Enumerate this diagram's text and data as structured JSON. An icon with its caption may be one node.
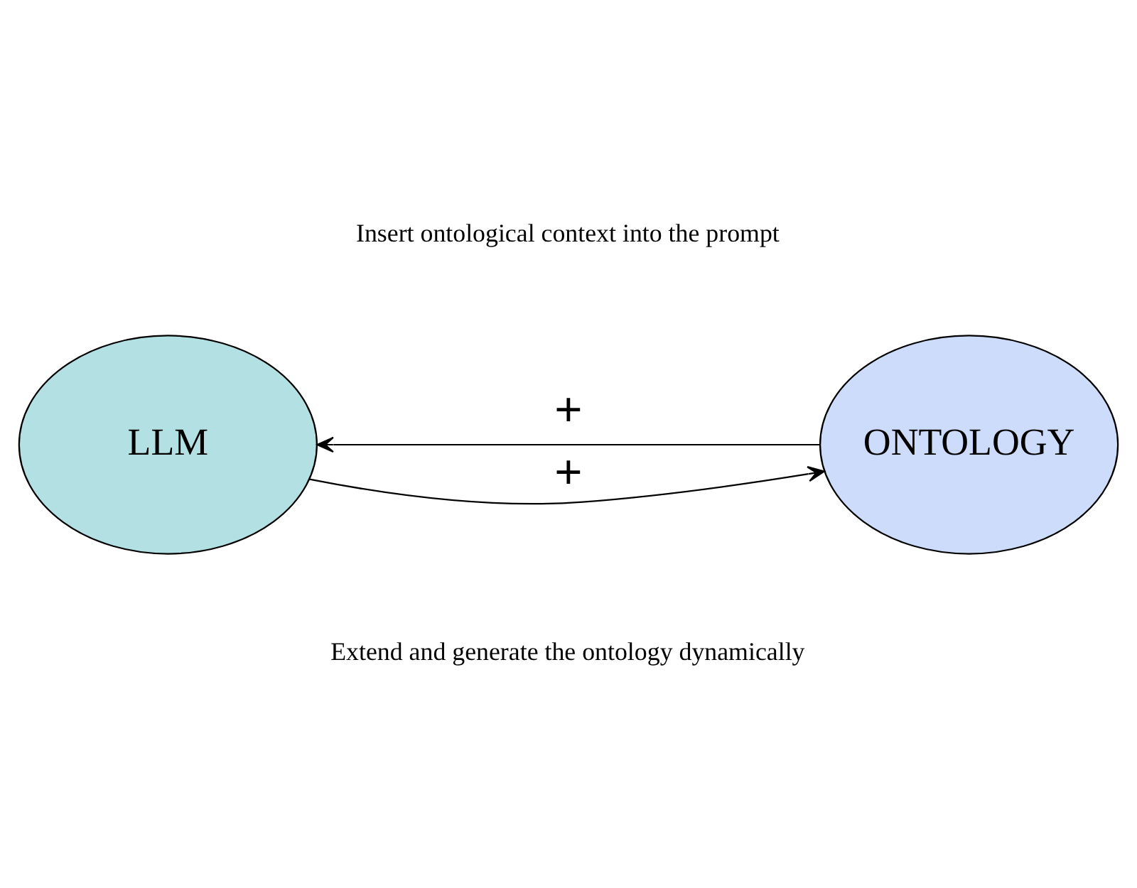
{
  "diagram": {
    "nodes": [
      {
        "text": [
          "LLM"
        ]
      },
      {
        "text": [
          "ONTOLOGY"
        ]
      }
    ],
    "edges": [
      {
        "from": 1,
        "to": 0,
        "arrow": "to",
        "label": "+"
      },
      {
        "from": 0,
        "to": 1,
        "arrow": "to",
        "label": "+"
      }
    ],
    "labels": [
      "Insert ontological context into the prompt",
      "Extend and generate the ontology dynamically"
    ]
  }
}
